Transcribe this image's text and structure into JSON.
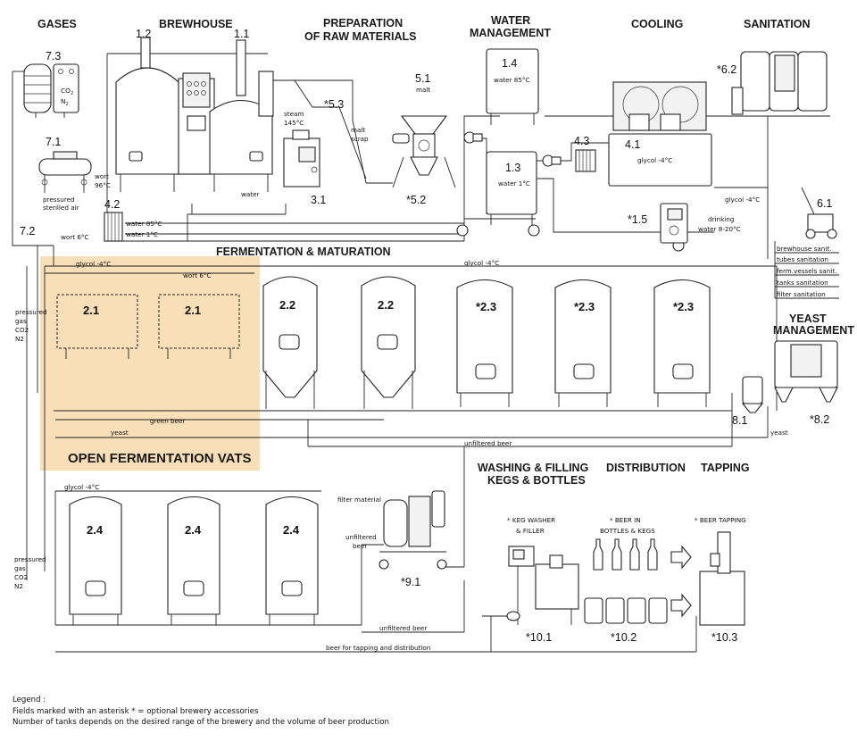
{
  "sections": {
    "gases": "GASES",
    "brewhouse": "BREWHOUSE",
    "prep_line1": "PREPARATION",
    "prep_line2": "OF RAW MATERIALS",
    "water_line1": "WATER",
    "water_line2": "MANAGEMENT",
    "cooling": "COOLING",
    "sanitation": "SANITATION",
    "fermentation": "FERMENTATION & MATURATION",
    "yeast_line1": "YEAST",
    "yeast_line2": "MANAGEMENT",
    "washing_line1": "WASHING & FILLING",
    "washing_line2": "KEGS & BOTTLES",
    "distribution": "DISTRIBUTION",
    "tapping": "TAPPING",
    "open_vats": "OPEN FERMENTATION VATS"
  },
  "equipment": {
    "e1_1": "1.1",
    "e1_2": "1.2",
    "e1_3": "1.3",
    "e1_4": "1.4",
    "e1_5": "*1.5",
    "e2_1a": "2.1",
    "e2_1b": "2.1",
    "e2_2a": "2.2",
    "e2_2b": "2.2",
    "e2_3a": "*2.3",
    "e2_3b": "*2.3",
    "e2_3c": "*2.3",
    "e2_4a": "2.4",
    "e2_4b": "2.4",
    "e2_4c": "2.4",
    "e3_1": "3.1",
    "e4_1": "4.1",
    "e4_2": "4.2",
    "e4_3": "4.3",
    "e5_1": "5.1",
    "e5_2": "*5.2",
    "e5_3": "*5.3",
    "e6_1": "6.1",
    "e6_2": "*6.2",
    "e7_1": "7.1",
    "e7_2": "7.2",
    "e7_3": "7.3",
    "e8_1": "8.1",
    "e8_2": "*8.2",
    "e9_1": "*9.1",
    "e10_1": "*10.1",
    "e10_2": "*10.2",
    "e10_3": "*10.3"
  },
  "labels": {
    "co2": "CO",
    "co2_sub": "2",
    "n2": "N",
    "n2_sub": "2",
    "pressured_sterilled_1": "pressured",
    "pressured_sterilled_2": "sterilled air",
    "wort_96": "wort",
    "wort_96b": "96°C",
    "steam_1": "steam",
    "steam_2": "145°C",
    "malt": "malt",
    "malt_scrap_1": "malt",
    "malt_scrap_2": "scrap",
    "water": "water",
    "water_85": "water 85°C",
    "water_1": "water 1°C",
    "water_85b": "water 85°C",
    "water_1b": "water 1°C",
    "wort_6": "wort 6°C",
    "glycol_4": "glycol -4°C",
    "glycol_4b": "glycol -4°C",
    "drinking_1": "drinking",
    "drinking_2": "water 8-20°C",
    "san_1": "brewhouse sanit.",
    "san_2": "tubes sanitation",
    "san_3": "ferm.vessels sanit.",
    "san_4": "tanks sanitation",
    "san_5": "filter sanitation",
    "glycol_f1": "glycol -4°C",
    "wort_6b": "wort 6°C",
    "glycol_f2": "glycol -4°C",
    "gas_1": "pressured",
    "gas_2": "gas",
    "gas_3": "CO2",
    "gas_4": "N2",
    "gas_b1": "pressured",
    "gas_b2": "gas",
    "gas_b3": "CO2",
    "gas_b4": "N2",
    "green_beer": "green beer",
    "yeast_a": "yeast",
    "yeast_b": "yeast",
    "unfiltered_1": "unfiltered beer",
    "glycol_m": "glycol -4°C",
    "filter_material": "filter material",
    "unfiltered_2a": "unfiltered",
    "unfiltered_2b": "beer",
    "unfiltered_3": "unfiltered beer",
    "beer_tapping": "beer for tapping and distribution",
    "keg_1": "* KEG WASHER",
    "keg_2": "& FILLER",
    "bib_1": "* BEER IN",
    "bib_2": "BOTTLES & KEGS",
    "tap_1": "* BEER TAPPING"
  },
  "legend": {
    "title": "Legend :",
    "line1": "Fields marked with an asterisk * = optional brewery accessories",
    "line2": "Number of tanks depends on the desired range of the brewery and the volume of beer production"
  },
  "colors": {
    "highlight": "#f8dfb8",
    "line": "#222222"
  }
}
